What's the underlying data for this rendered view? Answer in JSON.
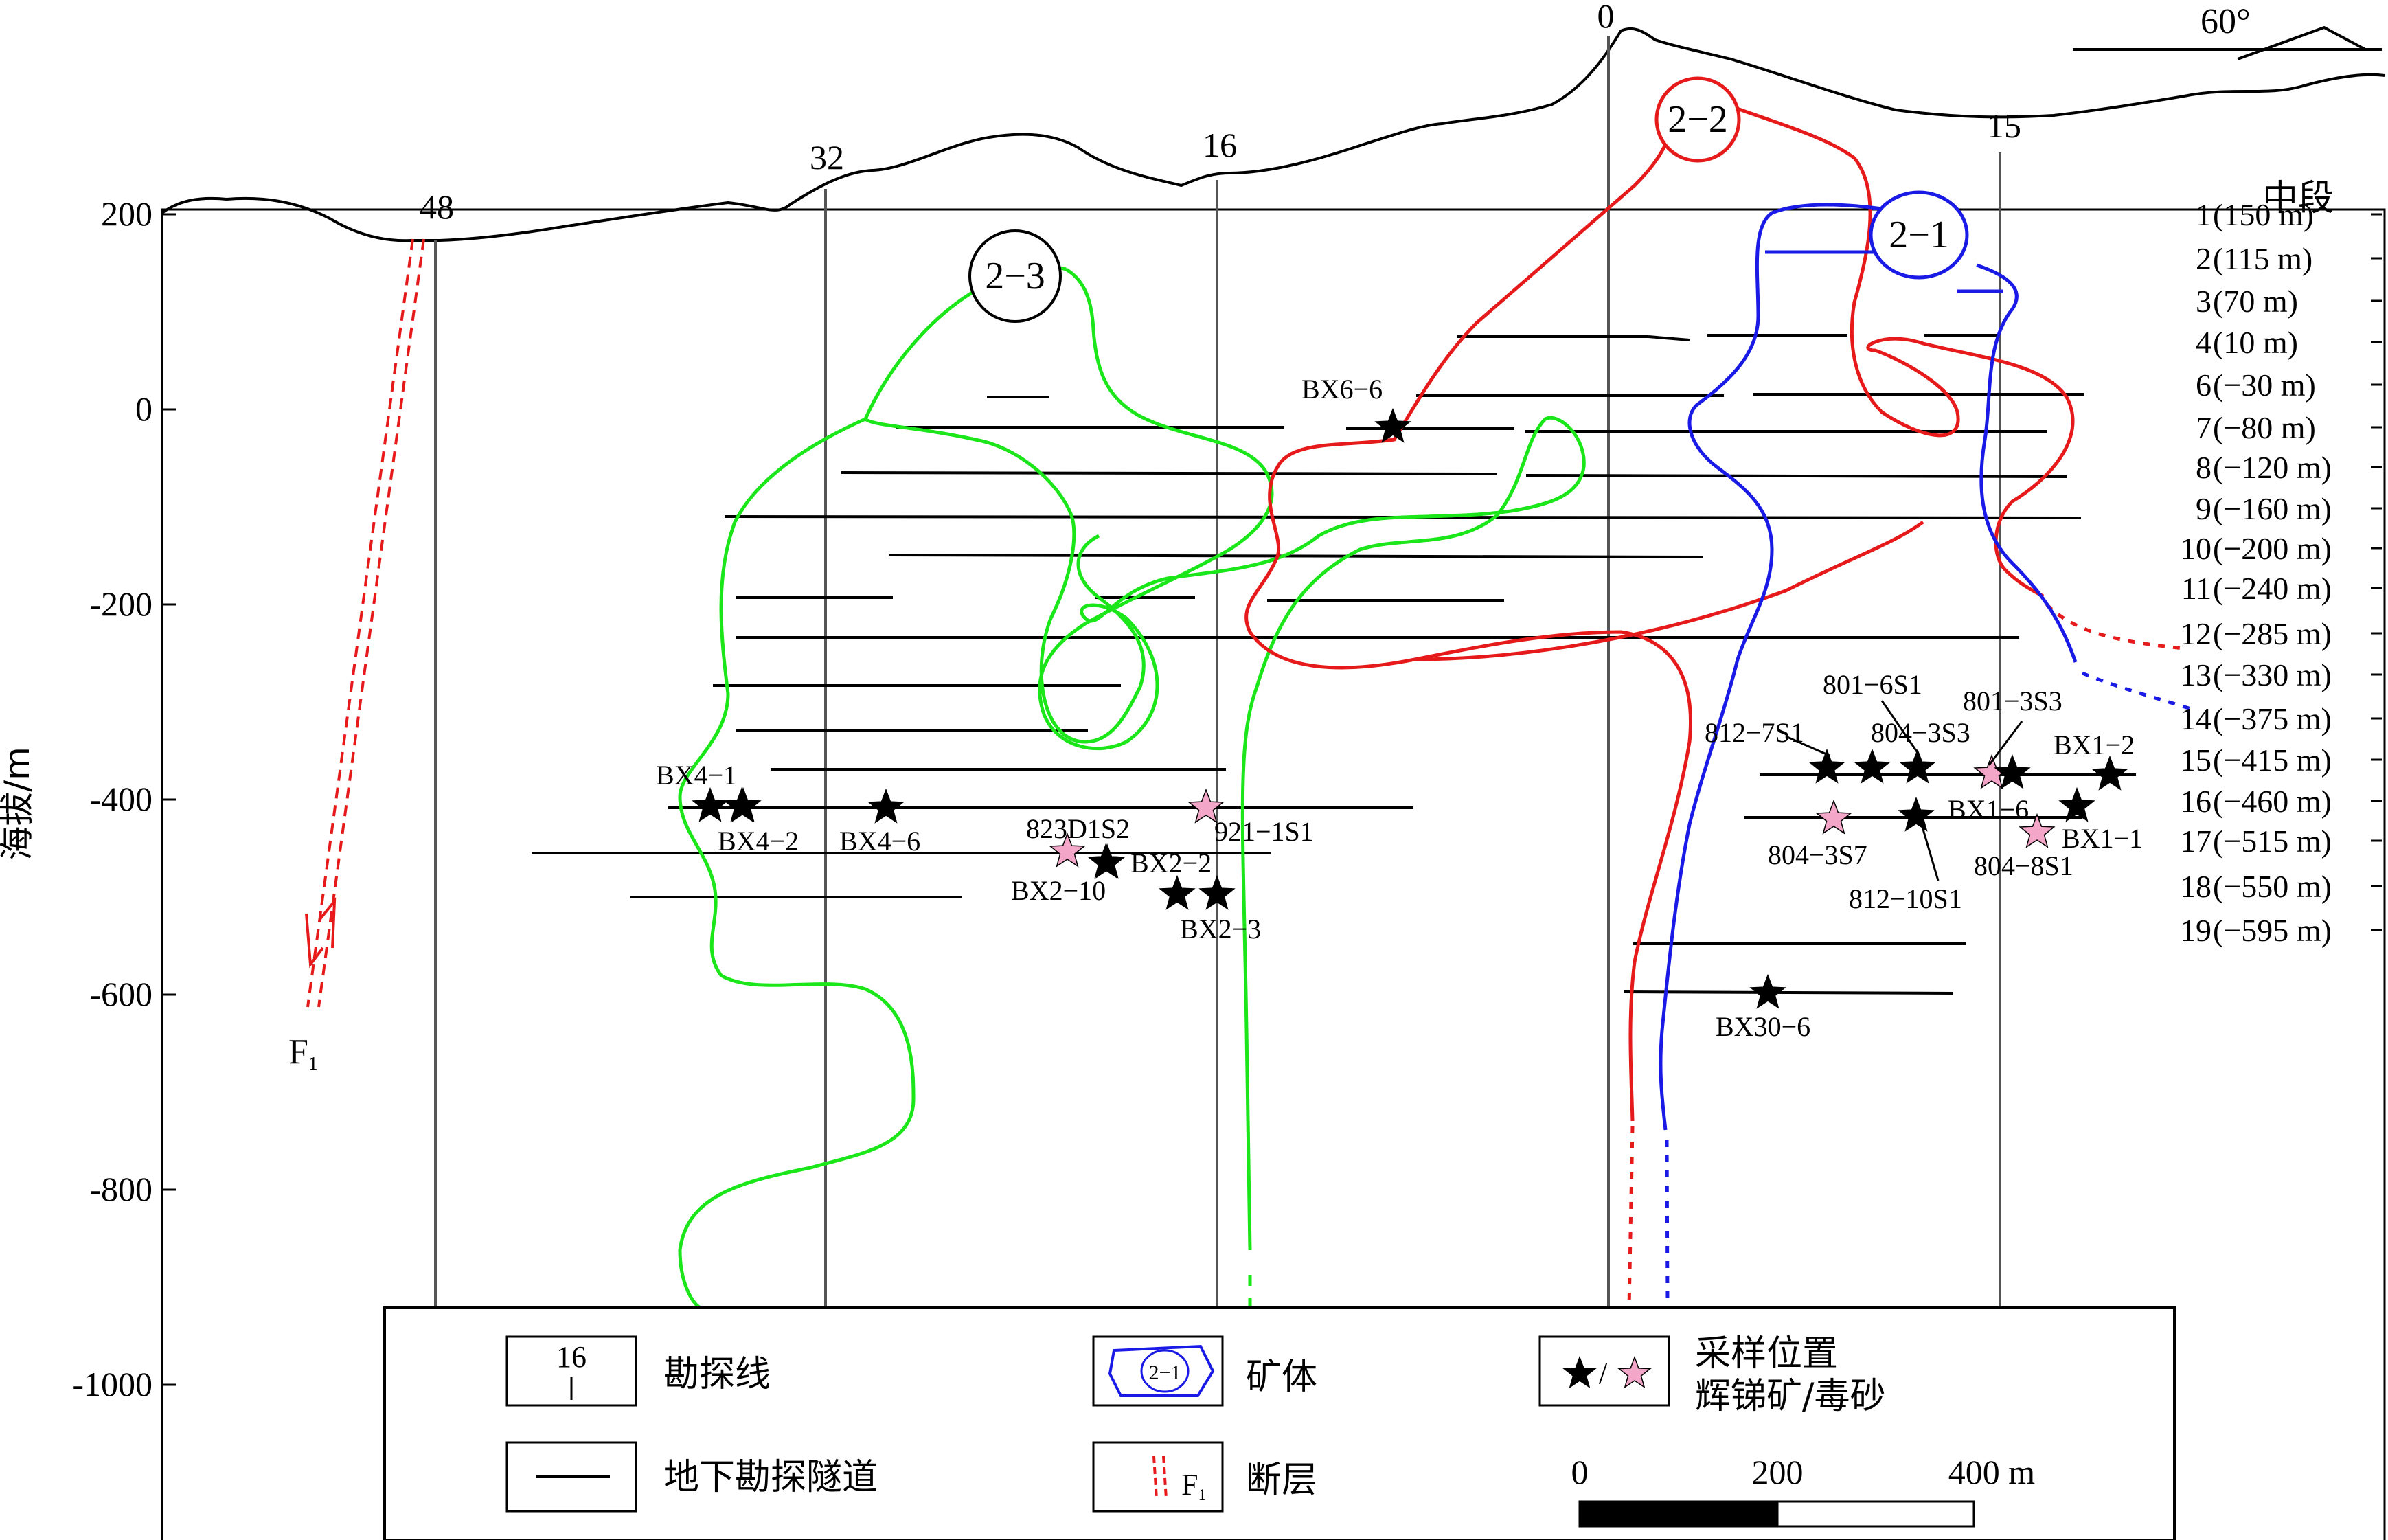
{
  "y_axis": {
    "label": "海拔/m",
    "ticks": [
      200,
      0,
      -200,
      -400,
      -600,
      -800,
      -1000
    ]
  },
  "exploration_lines": [
    "48",
    "32",
    "16",
    "0",
    "15"
  ],
  "levels_title": "中段",
  "levels": [
    {
      "num": "1",
      "elev": "(150 m)"
    },
    {
      "num": "2",
      "elev": "(115 m)"
    },
    {
      "num": "3",
      "elev": "(70 m)"
    },
    {
      "num": "4",
      "elev": "(10 m)"
    },
    {
      "num": "6",
      "elev": "(−30 m)"
    },
    {
      "num": "7",
      "elev": "(−80 m)"
    },
    {
      "num": "8",
      "elev": "(−120 m)"
    },
    {
      "num": "9",
      "elev": "(−160 m)"
    },
    {
      "num": "10",
      "elev": "(−200 m)"
    },
    {
      "num": "11",
      "elev": "(−240 m)"
    },
    {
      "num": "12",
      "elev": "(−285 m)"
    },
    {
      "num": "13",
      "elev": "(−330 m)"
    },
    {
      "num": "14",
      "elev": "(−375 m)"
    },
    {
      "num": "15",
      "elev": "(−415 m)"
    },
    {
      "num": "16",
      "elev": "(−460 m)"
    },
    {
      "num": "17",
      "elev": "(−515 m)"
    },
    {
      "num": "18",
      "elev": "(−550 m)"
    },
    {
      "num": "19",
      "elev": "(−595 m)"
    }
  ],
  "orebodies": [
    {
      "id": "2−1",
      "color": "#1a1ae6"
    },
    {
      "id": "2−2",
      "color": "#e61a1a"
    },
    {
      "id": "2−3",
      "color": "#1ae61a"
    }
  ],
  "fault_label": "F",
  "fault_subscript": "1",
  "orientation_label": "60°",
  "samples": [
    {
      "label": "BX6−6",
      "type": "stibnite"
    },
    {
      "label": "BX4−1",
      "type": "stibnite"
    },
    {
      "label": "BX4−2",
      "type": "stibnite"
    },
    {
      "label": "BX4−6",
      "type": "stibnite"
    },
    {
      "label": "823D1S2",
      "type": "arsenopyrite"
    },
    {
      "label": "921−1S1",
      "type": "arsenopyrite"
    },
    {
      "label": "BX2−2",
      "type": "stibnite"
    },
    {
      "label": "BX2−10",
      "type": "stibnite"
    },
    {
      "label": "BX2−3",
      "type": "stibnite"
    },
    {
      "label": "801−6S1",
      "type": "stibnite"
    },
    {
      "label": "812−7S1",
      "type": "stibnite"
    },
    {
      "label": "804−3S3",
      "type": "stibnite"
    },
    {
      "label": "801−3S3",
      "type": "arsenopyrite"
    },
    {
      "label": "BX1−2",
      "type": "stibnite"
    },
    {
      "label": "BX1−6",
      "type": "stibnite"
    },
    {
      "label": "804−3S7",
      "type": "arsenopyrite"
    },
    {
      "label": "812−10S1",
      "type": "stibnite"
    },
    {
      "label": "BX1−1",
      "type": "arsenopyrite"
    },
    {
      "label": "804−8S1",
      "type": "stibnite"
    },
    {
      "label": "BX30−6",
      "type": "stibnite"
    }
  ],
  "legend": {
    "exploration_line": {
      "label": "勘探线",
      "icon_text": "16"
    },
    "orebody": {
      "label": "矿体",
      "icon_text": "2−1"
    },
    "sampling": {
      "label_line1": "采样位置",
      "label_line2": "辉锑矿/毒砂",
      "sep": "/"
    },
    "tunnel": {
      "label": "地下勘探隧道"
    },
    "fault": {
      "label": "断层",
      "icon_text": "F",
      "icon_sub": "1"
    }
  },
  "scale_bar": {
    "ticks": [
      "0",
      "200",
      "400 m"
    ]
  },
  "colors": {
    "stibnite": "#000000",
    "arsenopyrite": "#f4a6c8",
    "fault": "#e61a1a"
  }
}
